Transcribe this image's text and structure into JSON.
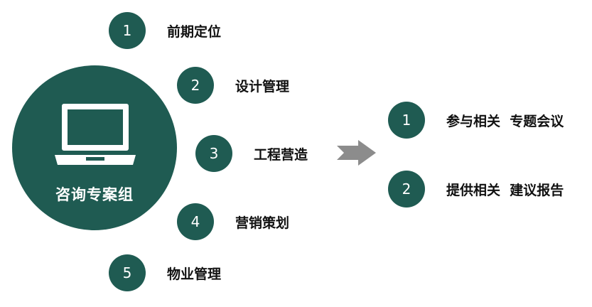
{
  "hub": {
    "label": "咨询专案组",
    "icon": "laptop-icon"
  },
  "left_steps": [
    {
      "num": "1",
      "label": "前期定位"
    },
    {
      "num": "2",
      "label": "设计管理"
    },
    {
      "num": "3",
      "label": "工程营造"
    },
    {
      "num": "4",
      "label": "营销策划"
    },
    {
      "num": "5",
      "label": "物业管理"
    }
  ],
  "right_steps": [
    {
      "num": "1",
      "label": "参与相关  专题会议"
    },
    {
      "num": "2",
      "label": "提供相关  建议报告"
    }
  ],
  "colors": {
    "primary": "#1f5b52",
    "arrow": "#8c8c8c",
    "text": "#111111"
  }
}
